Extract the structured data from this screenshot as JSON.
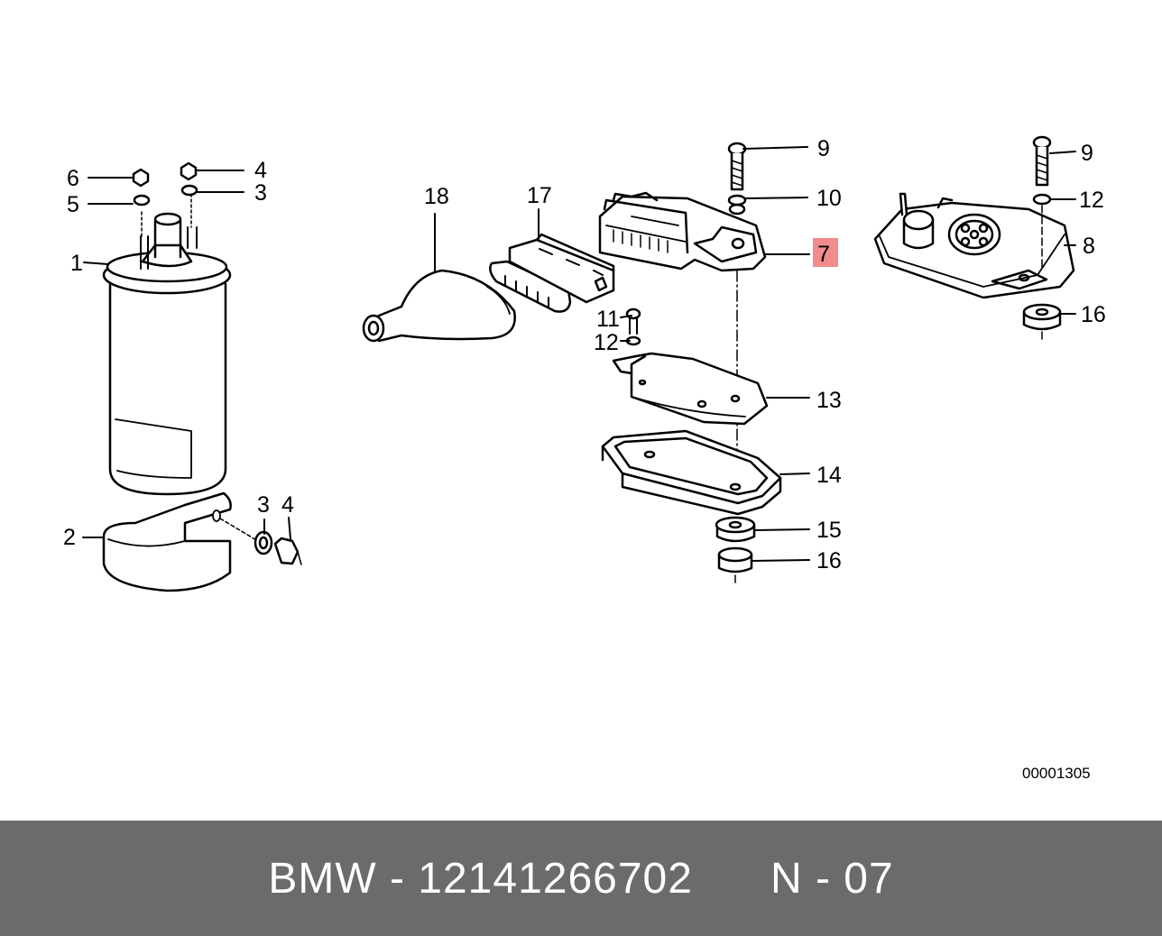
{
  "diagram": {
    "callouts": {
      "c1": "1",
      "c2": "2",
      "c3a": "3",
      "c3b": "3",
      "c4a": "4",
      "c4b": "4",
      "c5": "5",
      "c6": "6",
      "c7": "7",
      "c8": "8",
      "c9a": "9",
      "c9b": "9",
      "c10": "10",
      "c11": "11",
      "c12a": "12",
      "c12b": "12",
      "c13": "13",
      "c14": "14",
      "c15": "15",
      "c16a": "16",
      "c16b": "16",
      "c17": "17",
      "c18": "18"
    },
    "highlight_color": "#f28b8b",
    "reference_number": "00001305"
  },
  "footer": {
    "brand": "BMW",
    "separator": " - ",
    "part_number": "12141266702",
    "position_label": "N - 07"
  }
}
